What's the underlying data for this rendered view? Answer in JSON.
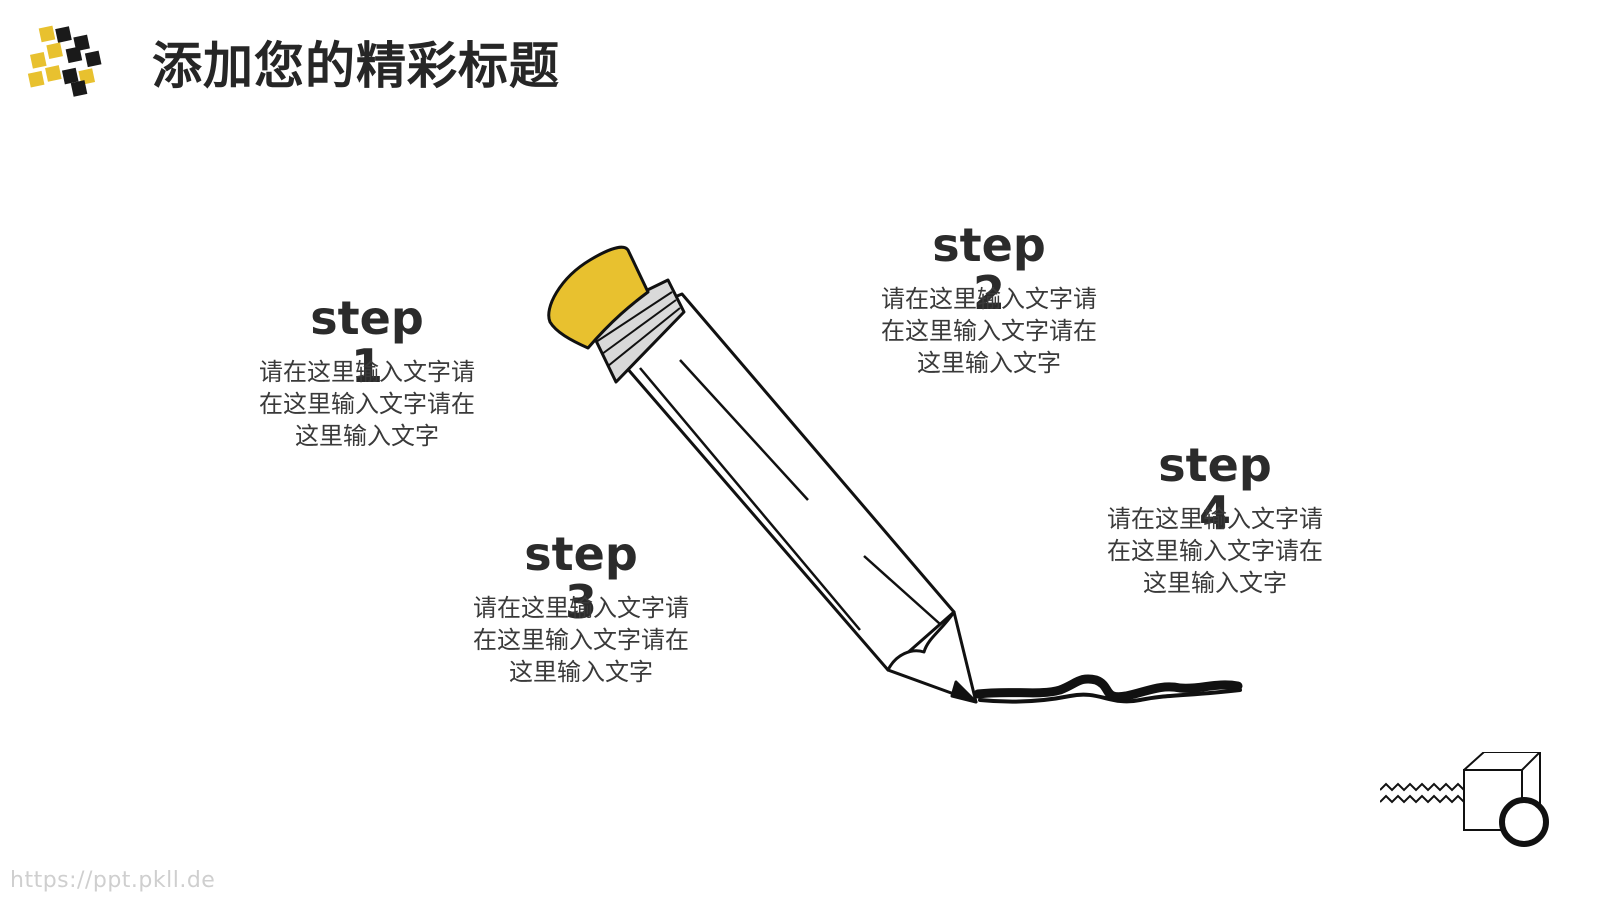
{
  "slide": {
    "title": "添加您的精彩标题",
    "logo_icon": "checker-cube-logo-icon",
    "accent_color": "#e8c12f",
    "text_color": "#262626"
  },
  "illustration": {
    "icon": "pencil-drawing-icon",
    "decoration_icon": "cube-zigzag-circle-icon"
  },
  "steps": [
    {
      "word": "step",
      "number": "1",
      "description": "请在这里输入文字请\n在这里输入文字请在\n这里输入文字"
    },
    {
      "word": "step",
      "number": "2",
      "description": "请在这里输入文字请\n在这里输入文字请在\n这里输入文字"
    },
    {
      "word": "step",
      "number": "3",
      "description": "请在这里输入文字请\n在这里输入文字请在\n这里输入文字"
    },
    {
      "word": "step",
      "number": "4",
      "description": "请在这里输入文字请\n在这里输入文字请在\n这里输入文字"
    }
  ],
  "footer": {
    "watermark": "https://ppt.pkll.de"
  }
}
